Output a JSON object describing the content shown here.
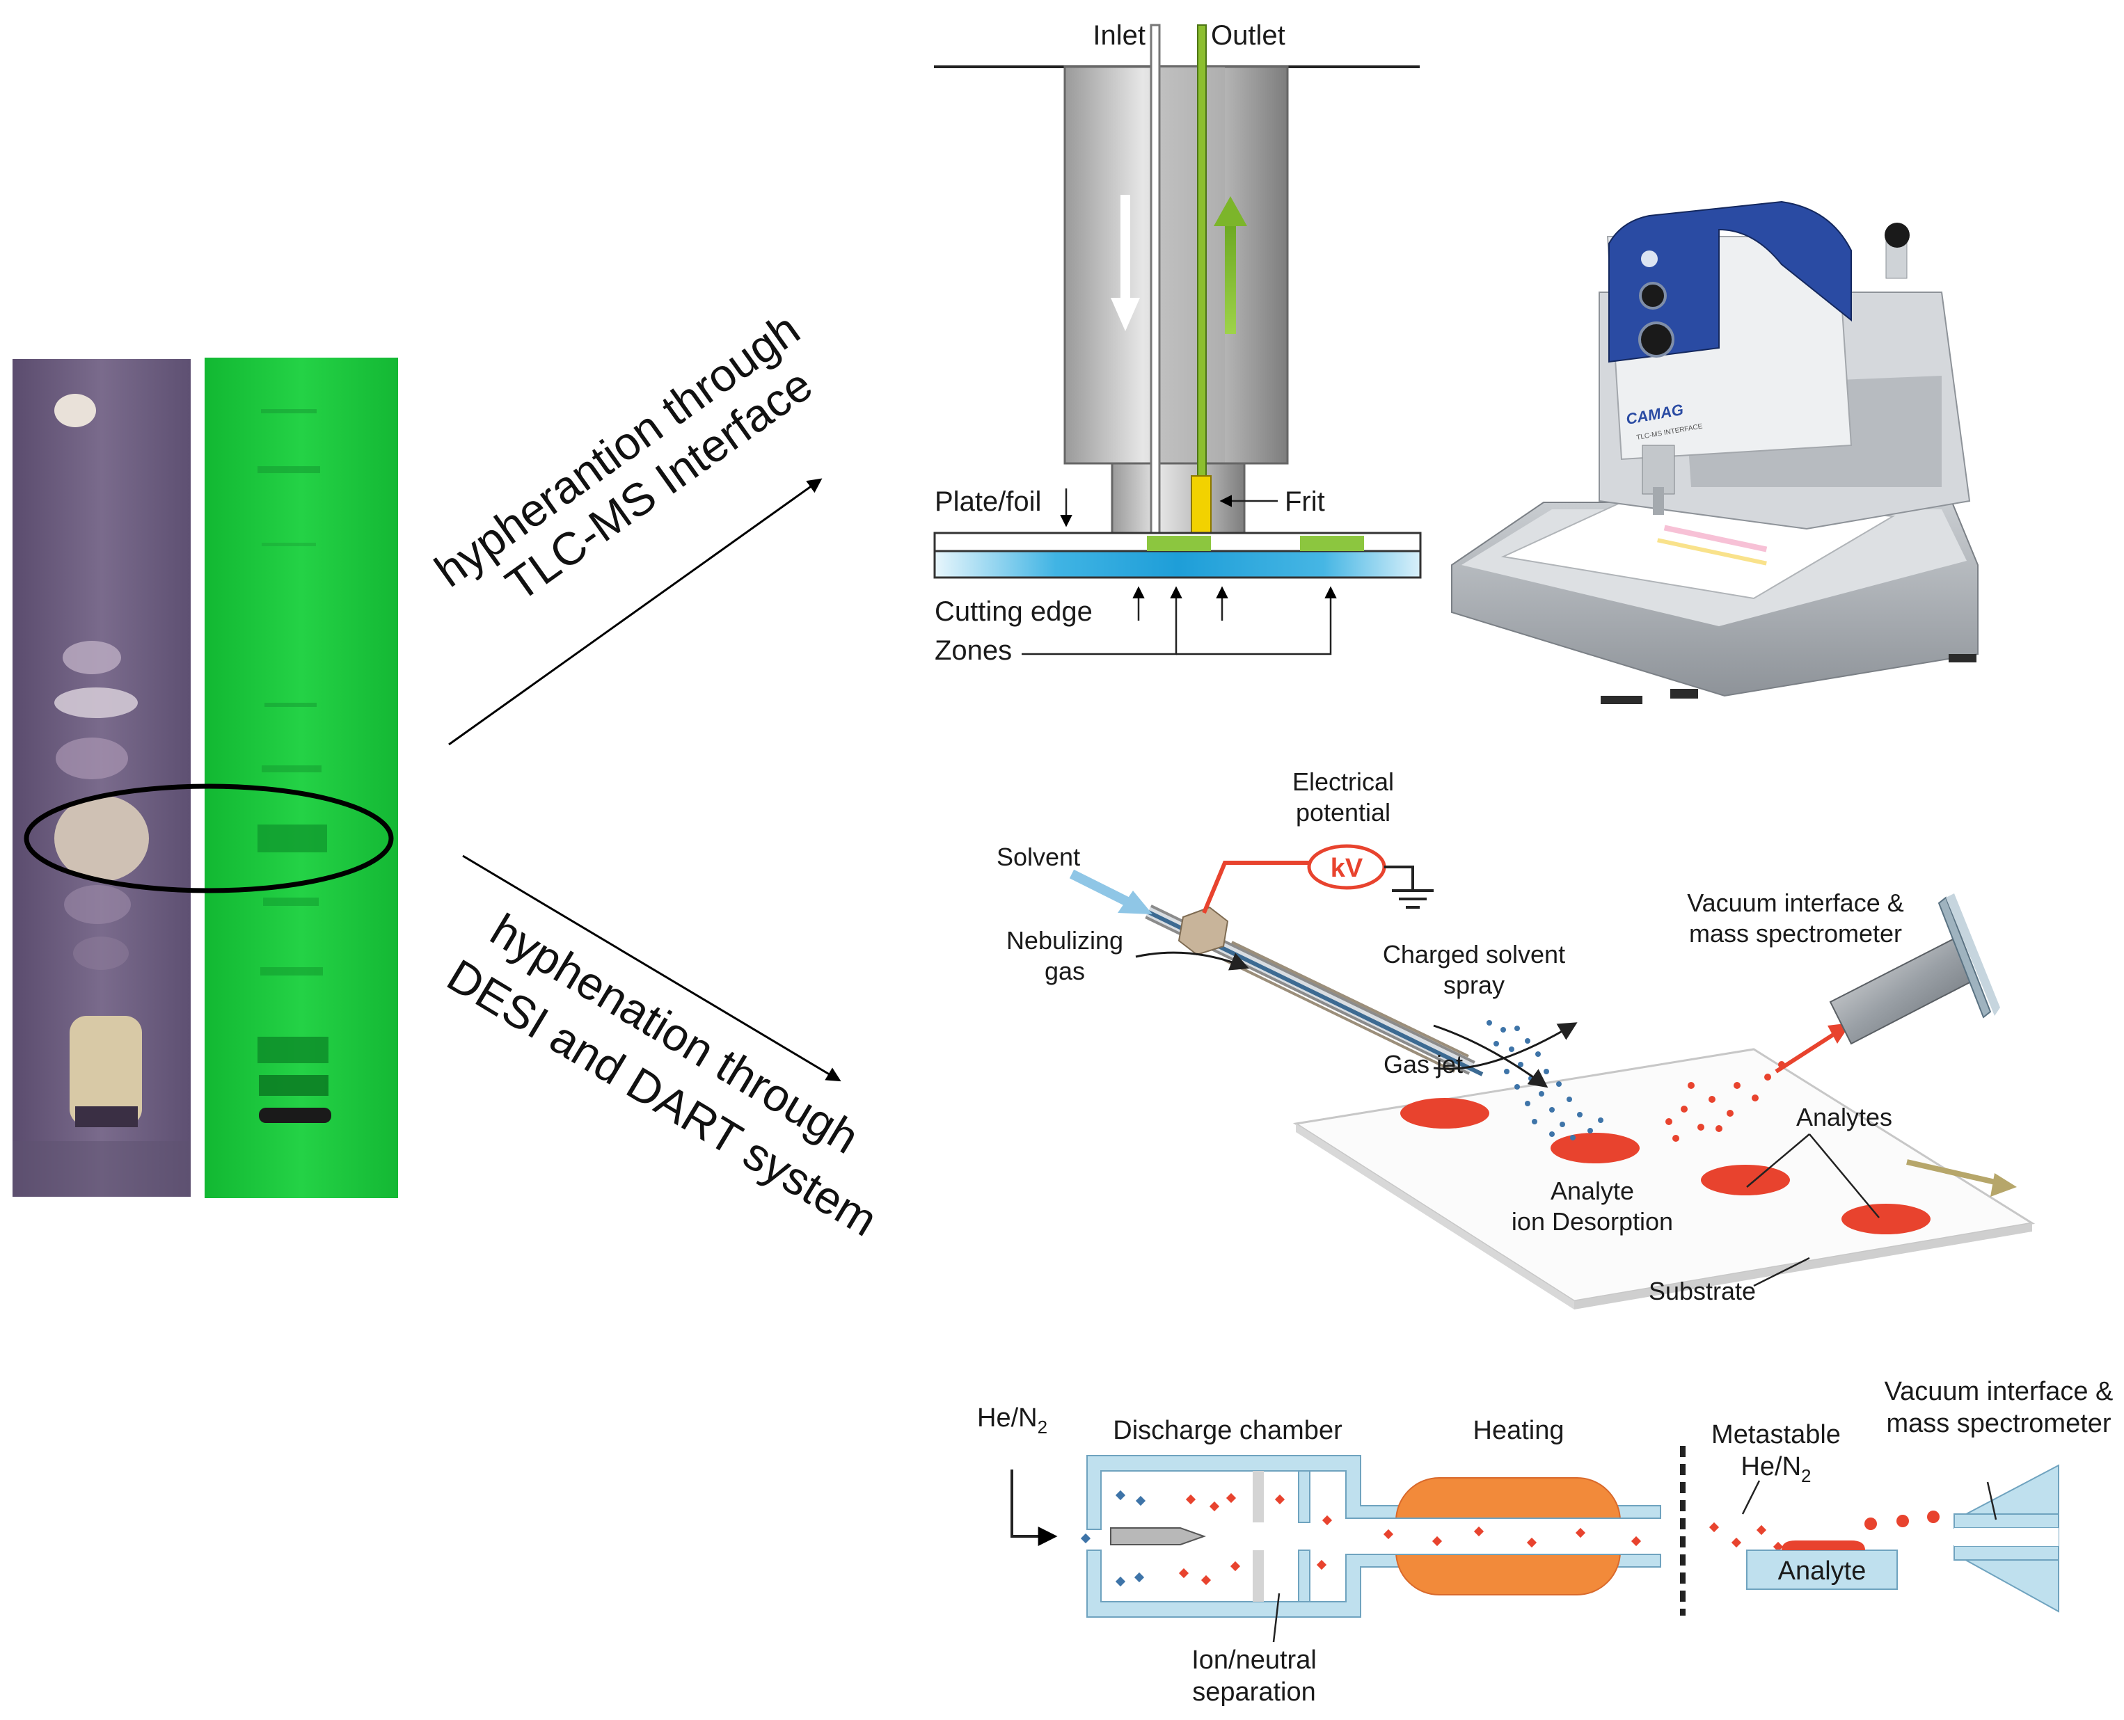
{
  "colors": {
    "tlc_plate_purple": "#6e5f80",
    "tlc_plate_green": "#1ec83c",
    "frit_yellow": "#f2d200",
    "zone_green": "#8cc63f",
    "substrate_blue": "#35a8dc",
    "desi_red": "#e8432e",
    "dart_blue": "#bfe0ee",
    "dart_orange": "#f28a3a",
    "camag_blue": "#2a4ba3"
  },
  "arrows": {
    "upper_line1": "hypherantion through",
    "upper_line2": "TLC-MS Interface",
    "lower_line1": "hyphenation through",
    "lower_line2": "DESI and DART system"
  },
  "tlcms": {
    "inlet": "Inlet",
    "outlet": "Outlet",
    "plate_foil": "Plate/foil",
    "frit": "Frit",
    "cutting_edge": "Cutting edge",
    "zones": "Zones"
  },
  "device": {
    "brand": "CAMAG",
    "model": "TLC-MS INTERFACE"
  },
  "desi": {
    "electrical_line1": "Electrical",
    "electrical_line2": "potential",
    "kv": "kV",
    "solvent": "Solvent",
    "nebulizing_line1": "Nebulizing",
    "nebulizing_line2": "gas",
    "charged_line1": "Charged solvent",
    "charged_line2": "spray",
    "vacuum_line1": "Vacuum interface &",
    "vacuum_line2": "mass spectrometer",
    "gas_jet": "Gas jet",
    "analytes": "Analytes",
    "desorption_line1": "Analyte",
    "desorption_line2": "ion Desorption",
    "substrate": "Substrate"
  },
  "dart": {
    "gas_he": "He/N",
    "gas_sub": "2",
    "discharge": "Discharge chamber",
    "heating": "Heating",
    "metastable_line1": "Metastable",
    "metastable_he": "He/N",
    "metastable_sub": "2",
    "vacuum_line1": "Vacuum interface &",
    "vacuum_line2": "mass spectrometer",
    "analyte": "Analyte",
    "separation_line1": "Ion/neutral",
    "separation_line2": "separation"
  }
}
